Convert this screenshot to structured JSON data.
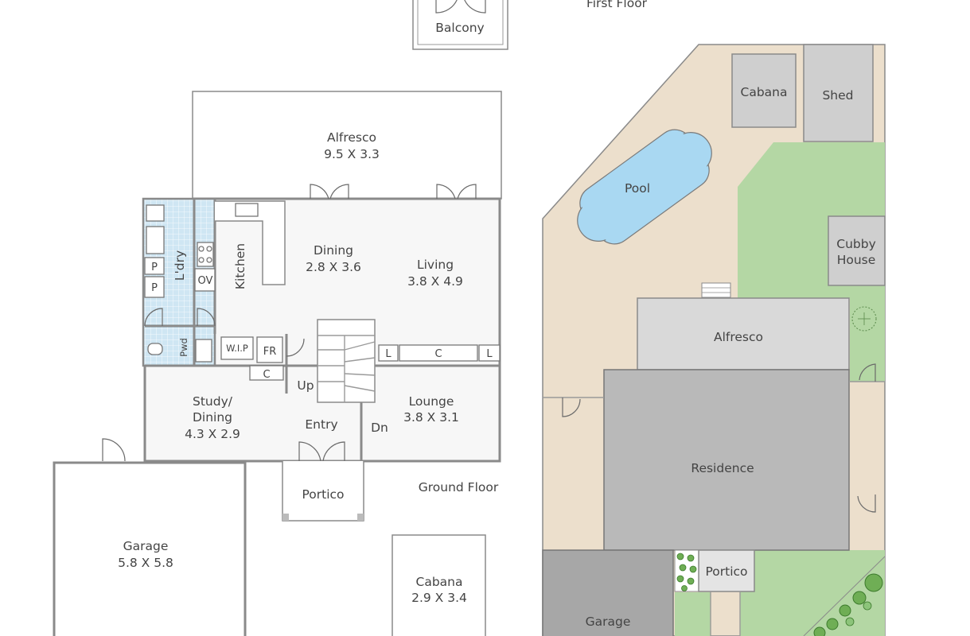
{
  "plans": {
    "first_floor": {
      "title": "First Floor",
      "rooms": {
        "balcony": "Balcony"
      }
    },
    "ground_floor": {
      "title": "Ground Floor",
      "rooms": {
        "alfresco": {
          "name": "Alfresco",
          "dims": "9.5 X 3.3"
        },
        "dining": {
          "name": "Dining",
          "dims": "2.8 X 3.6"
        },
        "living": {
          "name": "Living",
          "dims": "3.8 X 4.9"
        },
        "kitchen": {
          "name": "Kitchen"
        },
        "laundry": {
          "name": "L'dry"
        },
        "oven": "OV",
        "pantry_1": "P",
        "pantry_2": "P",
        "powder": "Pwd",
        "wip": "W.I.P",
        "fridge": "FR",
        "cupboard_1": "C",
        "cupboard_2": "C",
        "linen_1": "L",
        "linen_2": "L",
        "stair_up": "Up",
        "stair_down": "Dn",
        "study": {
          "name_line1": "Study/",
          "name_line2": "Dining",
          "dims": "4.3 X 2.9"
        },
        "entry": {
          "name": "Entry"
        },
        "lounge": {
          "name": "Lounge",
          "dims": "3.8 X 3.1"
        },
        "portico": {
          "name": "Portico"
        },
        "garage": {
          "name": "Garage",
          "dims": "5.8 X 5.8"
        },
        "cabana": {
          "name": "Cabana",
          "dims": "2.9 X 3.4"
        }
      }
    },
    "site_plan": {
      "cabana": "Cabana",
      "shed": "Shed",
      "pool": "Pool",
      "cubby_line1": "Cubby",
      "cubby_line2": "House",
      "alfresco": "Alfresco",
      "residence": "Residence",
      "portico": "Portico",
      "garage": "Garage"
    }
  },
  "colors": {
    "room_fill": "#f7f7f7",
    "wall": "#8a8a8a",
    "wet_area": "#cfe6f3",
    "site_sand": "#ecdfcc",
    "lawn": "#b4d7a4",
    "pool": "#a9d8f2",
    "residence": "#b9b9b9",
    "alfresco_roof": "#d9d9d9",
    "outbuilding": "#cfcfcf",
    "garage_roof": "#a7a7a7"
  }
}
